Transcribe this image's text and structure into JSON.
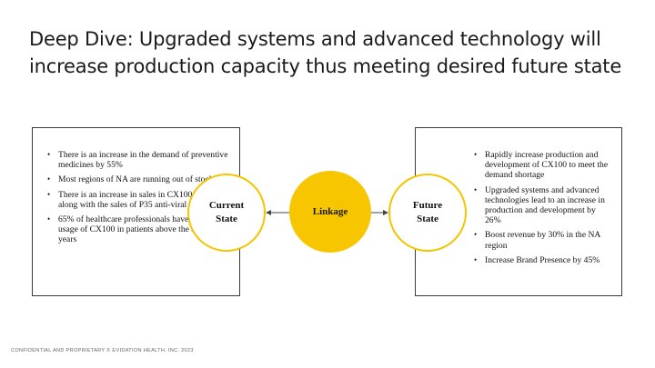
{
  "title": "Deep Dive: Upgraded systems and advanced technology will increase production capacity thus meeting desired future state",
  "left_box": {
    "bullets": [
      "There is an increase in the demand of preventive medicines by 55%",
      "Most regions of NA are running out of stock",
      "There is an increase in sales in CX100 by 20% along with the sales of P35 anti-viral drug",
      "65% of healthcare professionals have advised usage of CX100 in patients above the age of 18 years"
    ]
  },
  "right_box": {
    "bullets": [
      "Rapidly increase production and development of CX100 to meet the demand shortage",
      "Upgraded systems and advanced technologies lead to an increase in production and development by 26%",
      "Boost revenue by 30% in the NA region",
      "Increase Brand Presence by 45%"
    ]
  },
  "circles": {
    "current": "Current State",
    "linkage": "Linkage",
    "future": "Future State"
  },
  "footer": "CONFIDENTIAL AND PROPRIETARY © EVIDATION HEALTH, INC. 2023",
  "colors": {
    "accent": "#f7c600",
    "outline": "#f5c400",
    "text": "#111111"
  }
}
